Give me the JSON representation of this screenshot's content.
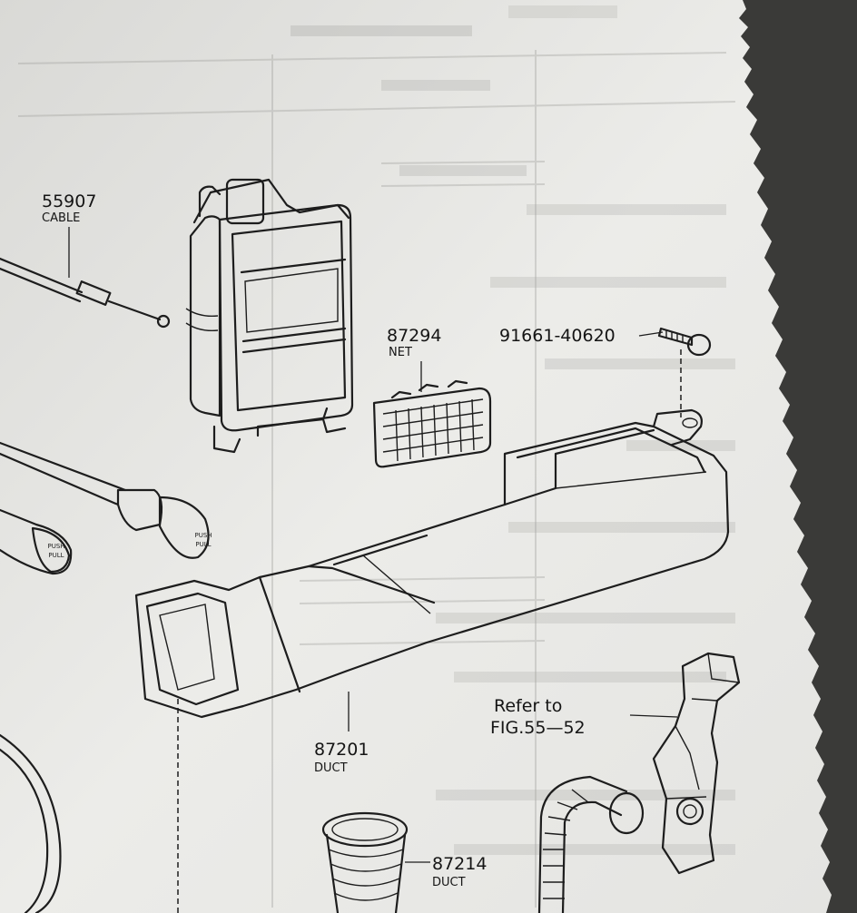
{
  "parts": [
    {
      "number": "55907",
      "name": "CABLE"
    },
    {
      "number": "87294",
      "name": "NET"
    },
    {
      "number": "91661-40620",
      "name": ""
    },
    {
      "number": "87201",
      "name": "DUCT"
    },
    {
      "number": "87214",
      "name": "DUCT"
    }
  ],
  "reference": {
    "line1": "Refer to",
    "line2": "FIG.55—52"
  },
  "knob_text": {
    "line1": "PUSH",
    "line2": "PULL"
  },
  "colors": {
    "paper": "#e9e9e6",
    "ink": "#1d1d1d",
    "background": "#3a3a38"
  }
}
